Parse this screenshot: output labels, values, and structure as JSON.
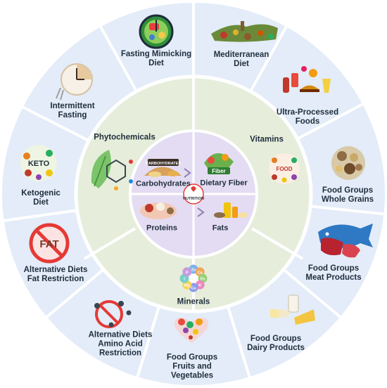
{
  "center_badge": "NUTRITION",
  "core_items": [
    {
      "id": "carbohydrates",
      "label": "Carbohydrates",
      "icon": "carbohydrates-foods-icon",
      "icon_caption": "CARBOHYDRATES"
    },
    {
      "id": "dietary-fiber",
      "label": "Dietary Fiber",
      "icon": "fiber-foods-icon",
      "icon_caption": "Fiber"
    },
    {
      "id": "fats",
      "label": "Fats",
      "icon": "fats-oils-icon"
    },
    {
      "id": "proteins",
      "label": "Proteins",
      "icon": "protein-foods-icon"
    }
  ],
  "middle_items": [
    {
      "id": "phytochemicals",
      "label": "Phytochemicals",
      "icon": "molecule-leaf-icon"
    },
    {
      "id": "vitamins",
      "label": "Vitamins",
      "icon": "vitamin-foods-icon",
      "icon_caption": "FOOD"
    },
    {
      "id": "minerals",
      "label": "Minerals",
      "icon": "minerals-flower-icon",
      "icon_symbols": [
        "Zn",
        "Ca",
        "Fe",
        "K",
        "Cu",
        "Mg",
        "I",
        "P"
      ]
    }
  ],
  "outer_items": [
    {
      "id": "fasting-mimicking",
      "lines": [
        "Fasting Mimicking",
        "Diet"
      ],
      "icon": "clock-plate-icon"
    },
    {
      "id": "mediterranean",
      "lines": [
        "Mediterranean",
        "Diet"
      ],
      "icon": "mediterranean-foods-icon"
    },
    {
      "id": "ultra-processed",
      "lines": [
        "Ultra-Processed",
        "Foods"
      ],
      "icon": "fast-food-icon"
    },
    {
      "id": "whole-grains",
      "lines": [
        "Food Groups",
        "Whole Grains"
      ],
      "icon": "grains-icon"
    },
    {
      "id": "meat-products",
      "lines": [
        "Food Groups",
        "Meat Products"
      ],
      "icon": "meat-fish-icon"
    },
    {
      "id": "dairy-products",
      "lines": [
        "Food Groups",
        "Dairy Products"
      ],
      "icon": "dairy-icon"
    },
    {
      "id": "fruits-vegetables",
      "lines": [
        "Food Groups",
        "Fruits and",
        "Vegetables"
      ],
      "icon": "fruit-heart-icon"
    },
    {
      "id": "amino-acid",
      "lines": [
        "Alternative Diets",
        "Amino Acid",
        "Restriction"
      ],
      "icon": "no-amino-acid-icon"
    },
    {
      "id": "fat-restriction",
      "lines": [
        "Alternative Diets",
        "Fat Restriction"
      ],
      "icon": "no-fat-icon",
      "icon_caption": "FAT"
    },
    {
      "id": "ketogenic",
      "lines": [
        "Ketogenic",
        "Diet"
      ],
      "icon": "keto-foods-icon",
      "icon_caption": "KETO"
    },
    {
      "id": "intermittent",
      "lines": [
        "Intermittent",
        "Fasting"
      ],
      "icon": "fasting-clock-icon"
    }
  ],
  "colors": {
    "outer_ring": "#e3ecf8",
    "middle_ring": "#e6eedb",
    "core": "#e4dcf2",
    "divider": "#ffffff",
    "text": "#1f2d3d"
  }
}
